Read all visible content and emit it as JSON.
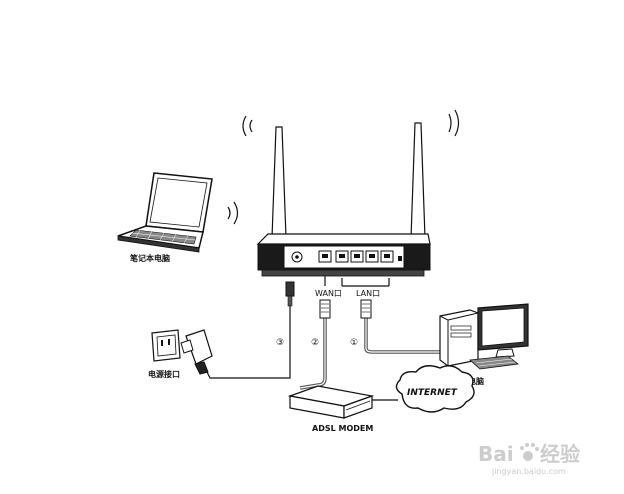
{
  "labels": {
    "laptop": "笔记本电脑",
    "wan_port": "WAN口",
    "lan_port": "LAN口",
    "power_port": "电源接口",
    "desktop": "电脑",
    "modem": "ADSL MODEM",
    "internet": "INTERNET"
  },
  "markers": {
    "lan": "①",
    "wan": "②",
    "power": "③"
  },
  "watermark": {
    "brand": "Bai",
    "brand_tail": "经验",
    "url": "jingyan.baidu.com"
  }
}
